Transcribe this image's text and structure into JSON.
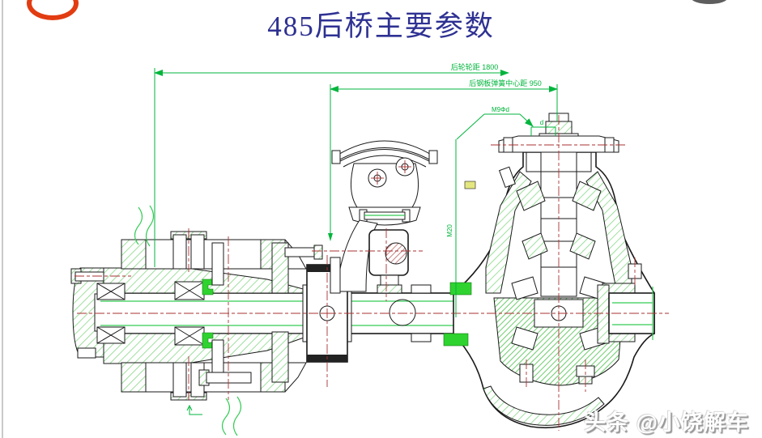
{
  "page": {
    "title": "485后桥主要参数"
  },
  "logo": {
    "top_left_icon": "red-oval-logo",
    "top_right_icon": "gray-oval-mark"
  },
  "drawing": {
    "description": "cross-section engineering drawing of 485 rear axle assembly",
    "dimensions": {
      "track_width": "后轮轮距 1800",
      "spring_center": "后钢板弹簧中心距 950",
      "callout": "M9Φd",
      "callout_sub": "d",
      "side_dim": "M20"
    },
    "colors": {
      "outline": "#1a1a1a",
      "hatch_green": "#86d886",
      "dimension_green": "#00b53c",
      "centerline_red": "#a83232",
      "solid_green": "#2fd32f",
      "title_navy": "#2e3192",
      "logo_red": "#e23c12"
    }
  },
  "watermark": {
    "text": "头条 @小饶解车"
  }
}
